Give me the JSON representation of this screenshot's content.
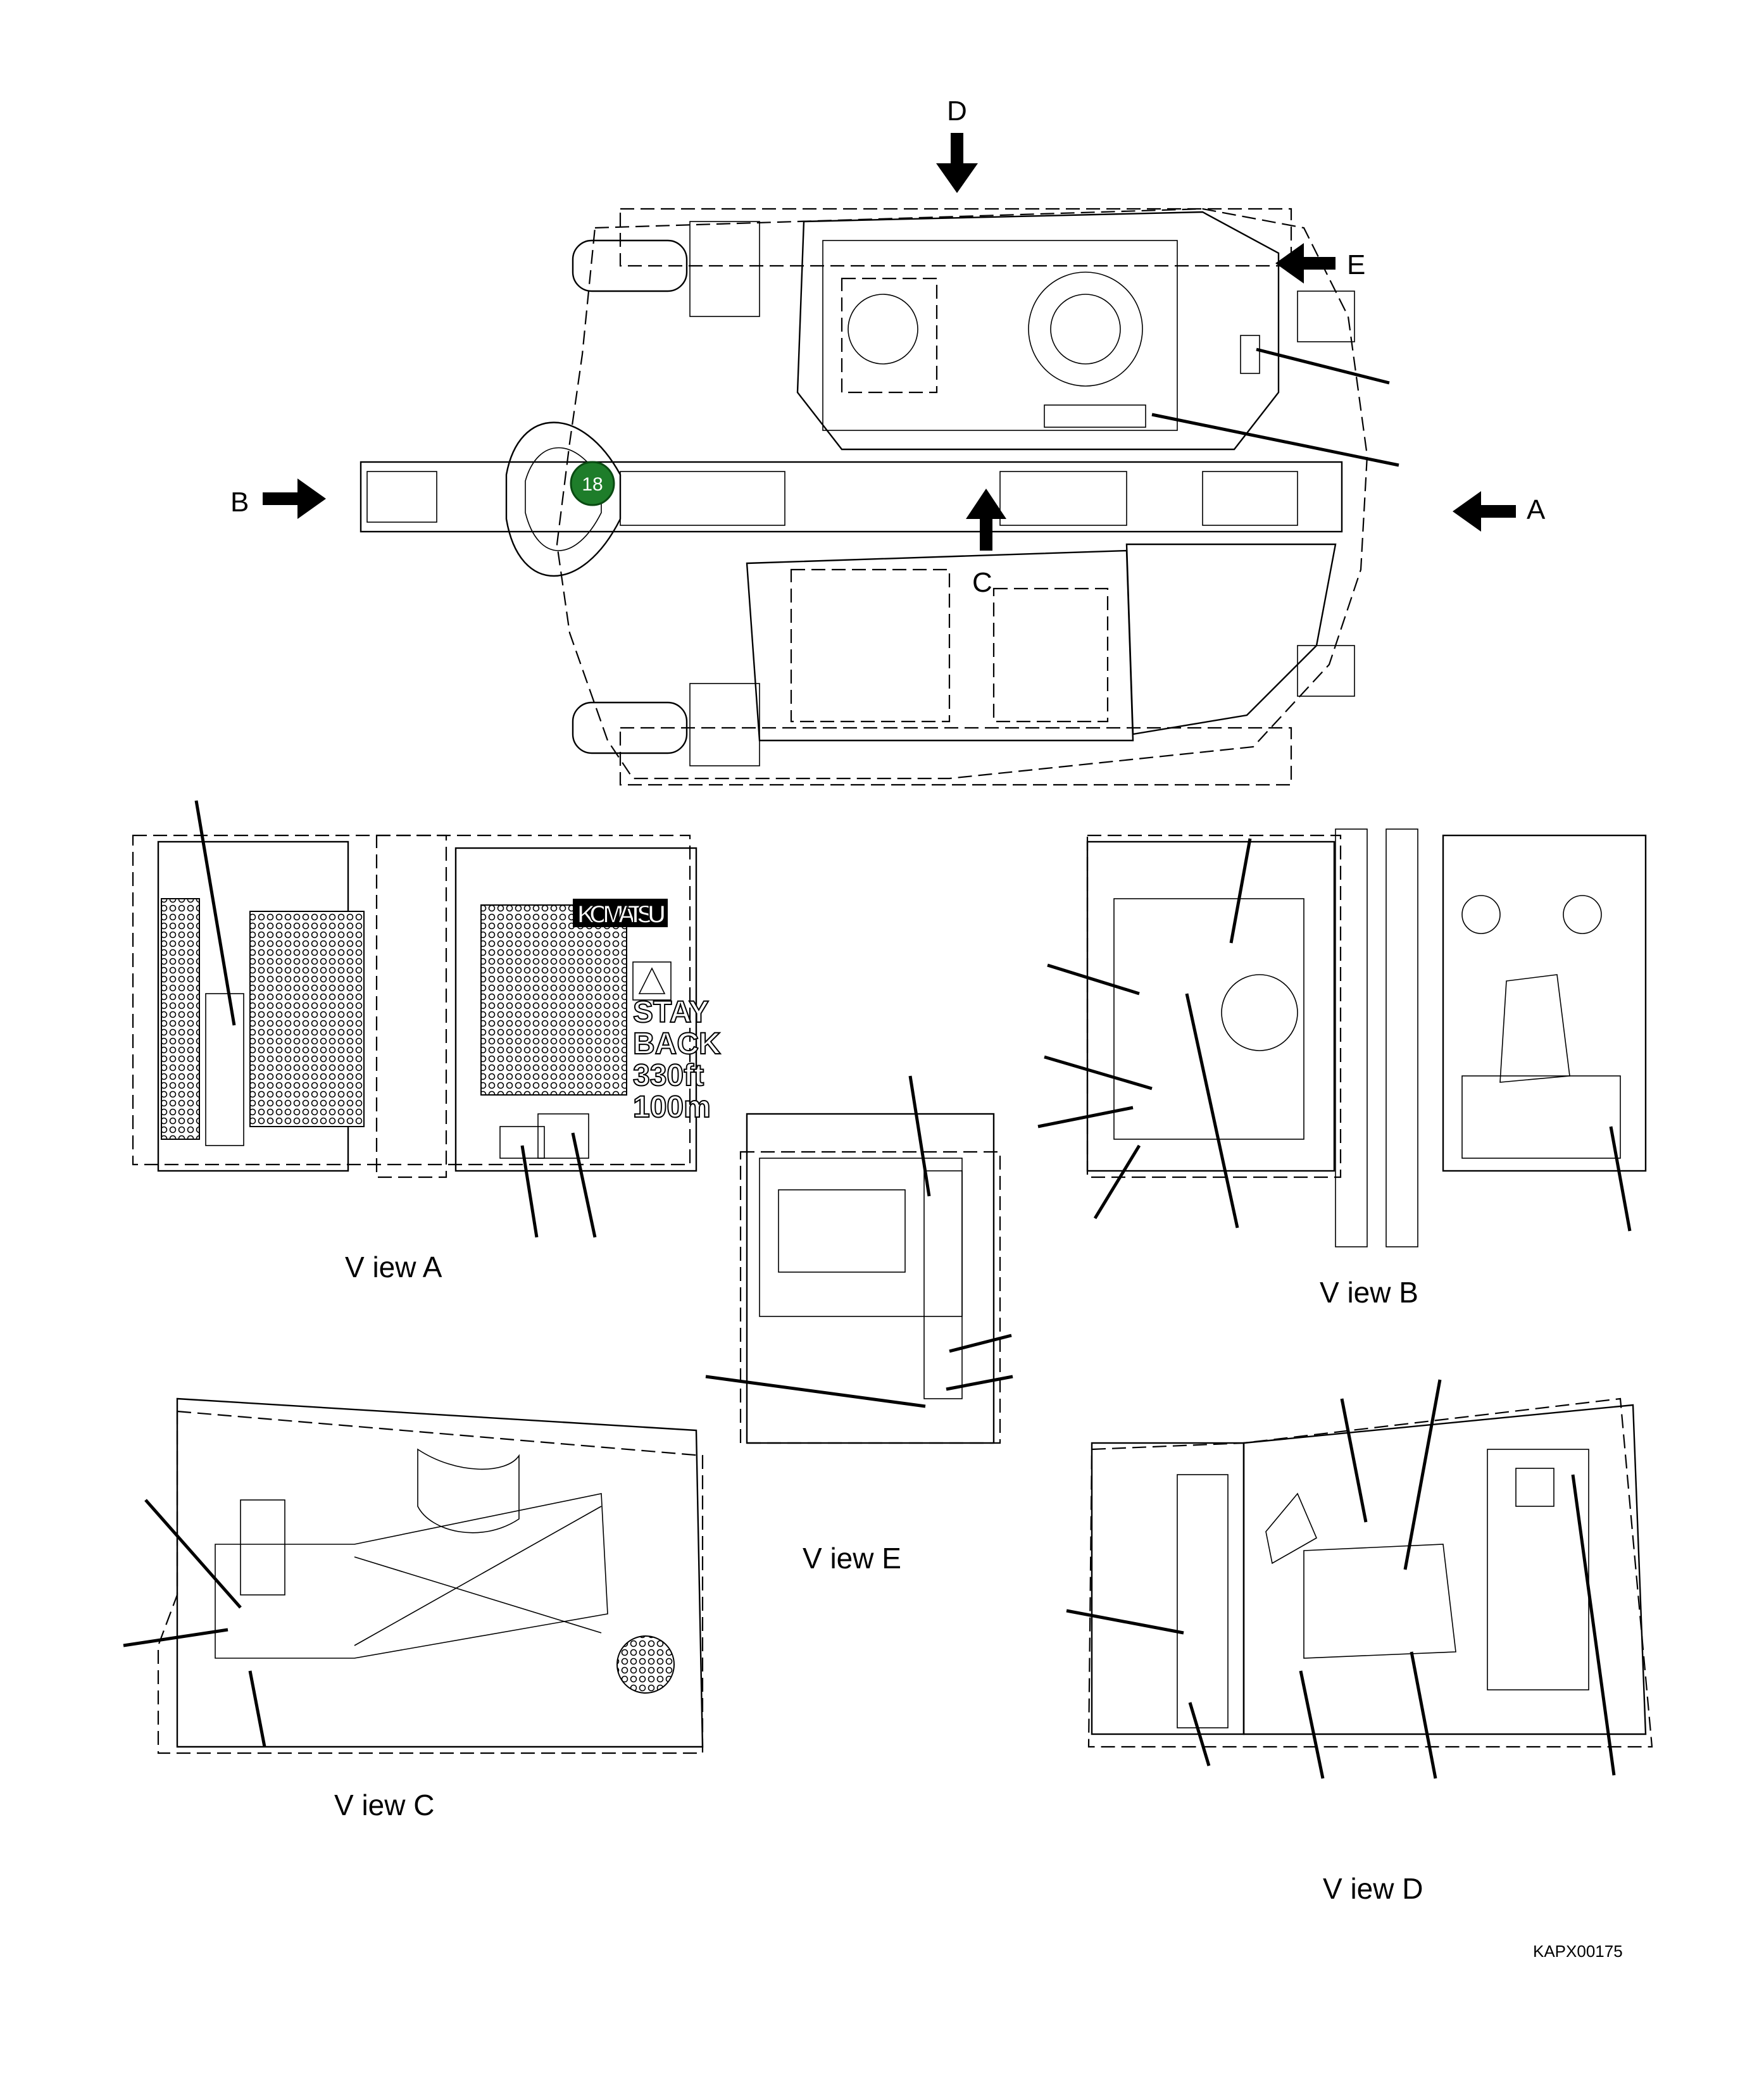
{
  "direction_markers": {
    "a": "A",
    "b": "B",
    "c": "C",
    "d": "D",
    "e": "E"
  },
  "views": {
    "a": "V iew A",
    "b": "V iew B",
    "c": "V iew C",
    "d": "V iew D",
    "e": "V iew E"
  },
  "callout": {
    "number": "18",
    "color": "#1e7d2a"
  },
  "decal": {
    "brand": "KOMATSU",
    "line1": "STAY",
    "line2": "BACK",
    "line3": "330ft",
    "line4": "100m"
  },
  "drawing_code": "KAPX00175"
}
